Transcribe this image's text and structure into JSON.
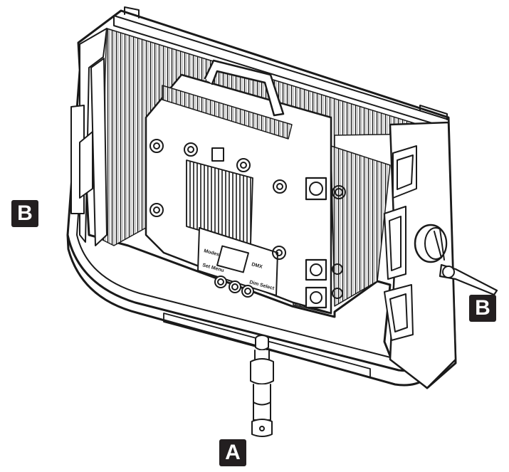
{
  "callouts": {
    "left": "B",
    "right": "B",
    "bottom": "A"
  },
  "panel_labels": {
    "top_left": "Modes",
    "top_right": "DMX",
    "middle_left": "Set Menu",
    "middle_right": "Dim Select"
  },
  "colors": {
    "line": "#1a1a1a",
    "callout_fill": "#231f20",
    "callout_text": "#ffffff"
  }
}
